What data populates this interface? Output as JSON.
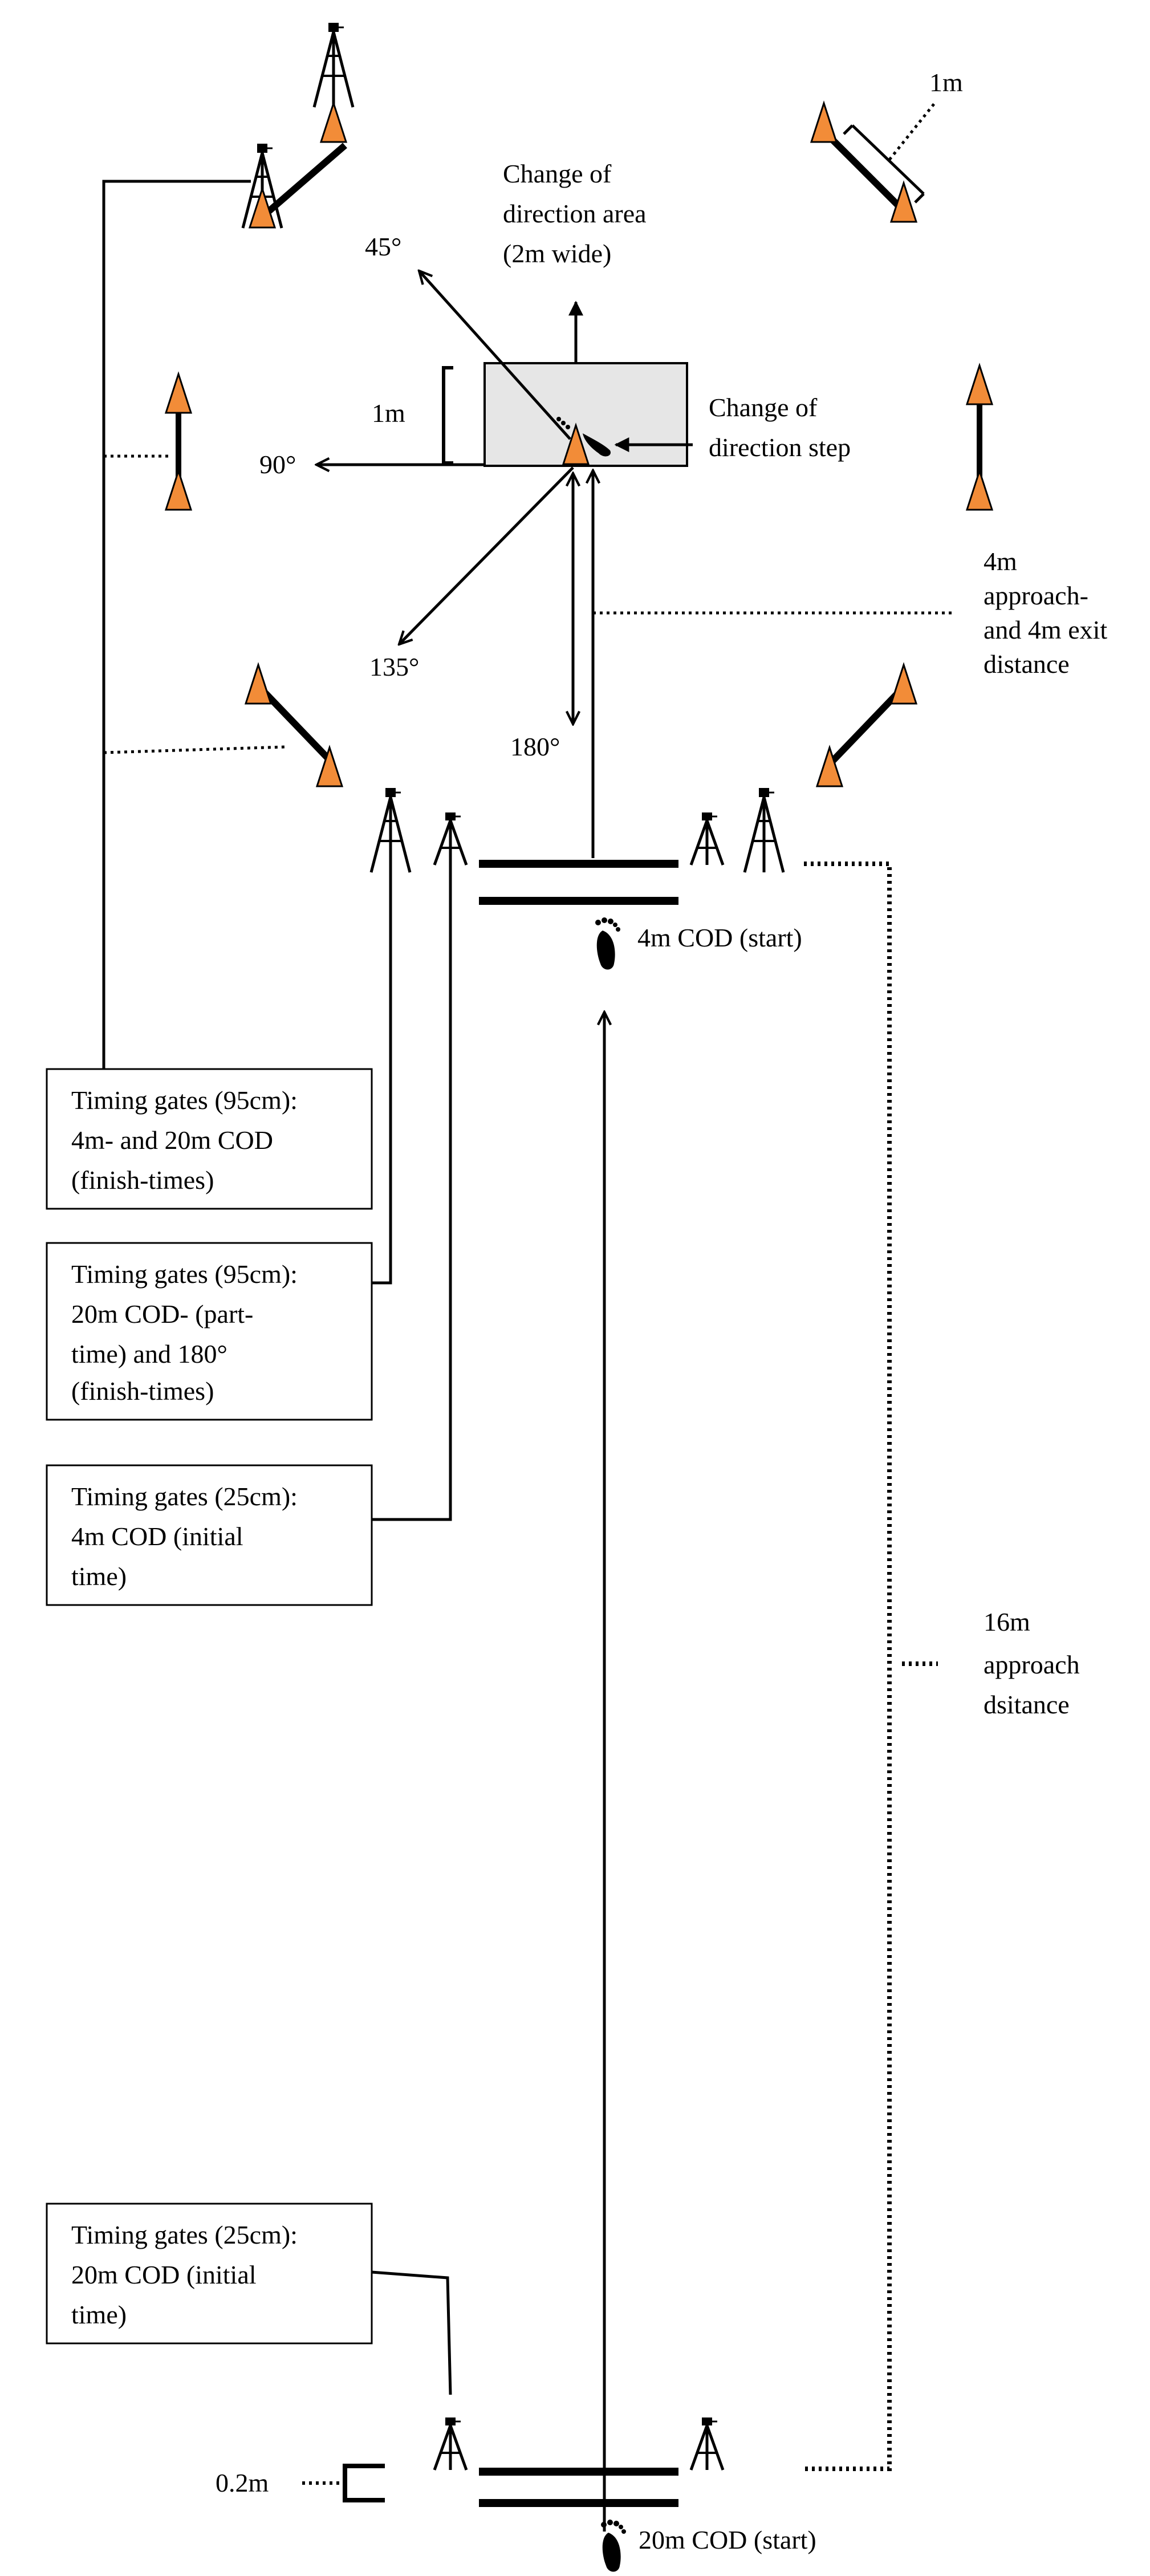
{
  "labels": {
    "cod_area": [
      "Change of",
      "direction area",
      "(2m wide)"
    ],
    "cod_step": [
      "Change of",
      "direction step"
    ],
    "one_m_area": "1m",
    "one_m_cone": "1m",
    "angle_45": "45°",
    "angle_90": "90°",
    "angle_135": "135°",
    "angle_180": "180°",
    "approach_exit": [
      "4m",
      "approach-",
      "and 4m exit",
      "distance"
    ],
    "start_4m": "4m COD (start)",
    "approach_16m": [
      "16m",
      "approach",
      "dsitance"
    ],
    "gap_02m": "0.2m",
    "start_20m": "20m COD (start)"
  },
  "boxes": {
    "gates_95_finish": [
      "Timing gates (95cm):",
      "4m- and 20m COD",
      "(finish-times)"
    ],
    "gates_95_part": [
      "Timing gates (95cm):",
      "20m COD- (part-",
      "time) and 180°",
      "(finish-times)"
    ],
    "gates_25_4m": [
      "Timing gates (25cm):",
      "4m COD (initial",
      "time)"
    ],
    "gates_25_20m": [
      "Timing gates (25cm):",
      "20m COD (initial",
      "time)"
    ]
  },
  "colors": {
    "cone": "#f28c38",
    "area_fill": "#e6e6e6",
    "line": "#000000"
  },
  "icons": [
    "cone-icon",
    "tripod-icon",
    "footprint-icon",
    "arrow-icon"
  ]
}
